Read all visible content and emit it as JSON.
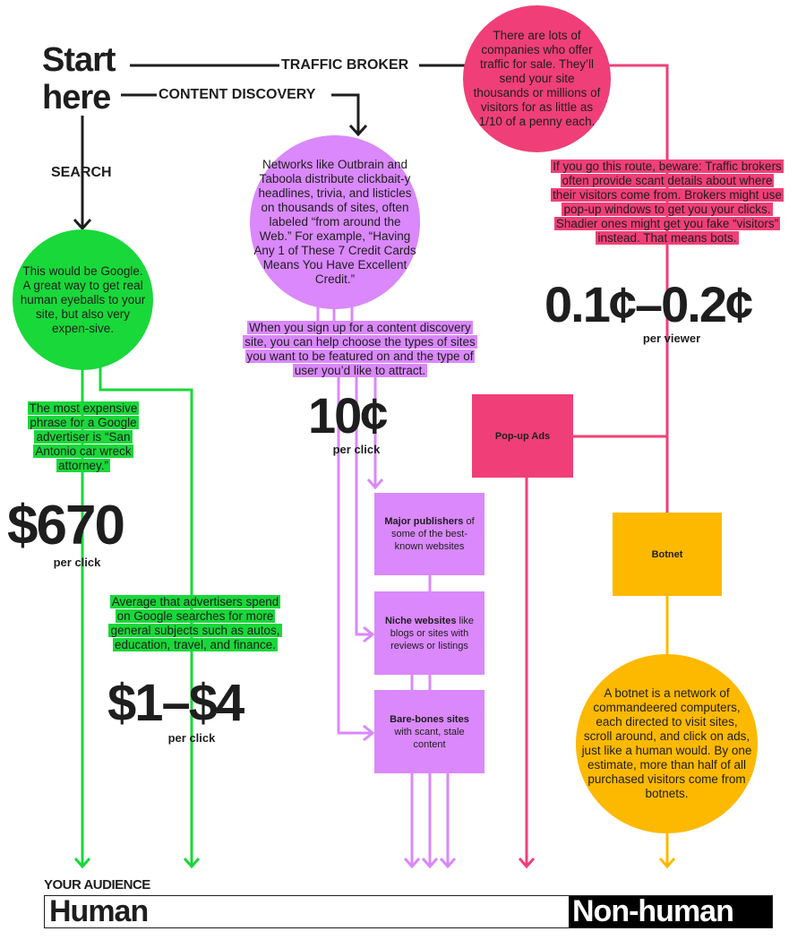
{
  "colors": {
    "search": "#19d83a",
    "content": "#da88fb",
    "broker": "#f03f78",
    "botnet": "#fdb900",
    "ink": "#1e1e1e"
  },
  "start": {
    "line1": "Start",
    "line2": "here"
  },
  "paths": {
    "traffic_broker": "TRAFFIC BROKER",
    "content_discovery": "CONTENT DISCOVERY",
    "search": "SEARCH"
  },
  "search": {
    "circle": "This would be Google. A great way to get real human eyeballs to your site, but also very expen-sive.",
    "note1": "The most expensive phrase for  a Google advertiser is “San Antonio car wreck attorney.”",
    "price1": "$670",
    "price1_unit": "per click",
    "note2": "Average that advertisers spend on Google searches for more general subjects such as autos, education, travel, and finance.",
    "price2": "$1–$4",
    "price2_unit": "per click"
  },
  "content": {
    "circle": "Networks like Outbrain and Taboola distribute clickbait-y headlines, trivia, and listicles on thousands of sites, often labeled “from around the Web.” For example, “Having Any 1 of These 7 Credit Cards Means You Have Excellent Credit.”",
    "note": "When you sign up for a content discovery site, you can help choose the types of sites you want to be featured on and the type of user you’d like to attract.",
    "price": "10¢",
    "price_unit": "per click",
    "boxes": [
      {
        "bold": "Major publishers",
        "rest": " of some of the best-known websites"
      },
      {
        "bold": "Niche websites",
        "rest": " like blogs or sites with reviews or listings"
      },
      {
        "bold": "Bare-bones sites",
        "rest": " with scant, stale content"
      }
    ]
  },
  "broker": {
    "circle": "There are lots of companies who offer traffic for sale. They’ll send your site thousands or millions of visitors for as little as 1/10 of a penny each.",
    "note": "If you go this route, beware: Traffic brokers often provide scant details about where their visitors come from. Brokers might use pop-up windows to get you your clicks. Shadier ones might get you fake “visitors” instead. That means bots.",
    "price": "0.1¢–0.2¢",
    "price_unit": "per viewer",
    "popup": "Pop-up Ads",
    "botnet": "Botnet",
    "botnet_circle": "A botnet is a network of commandeered computers, each directed to visit sites, scroll around, and click on ads, just like a human would. By one estimate, more than half of all purchased visitors come from botnets."
  },
  "audience": {
    "label": "YOUR AUDIENCE",
    "human": "Human",
    "nonhuman": "Non-human"
  }
}
